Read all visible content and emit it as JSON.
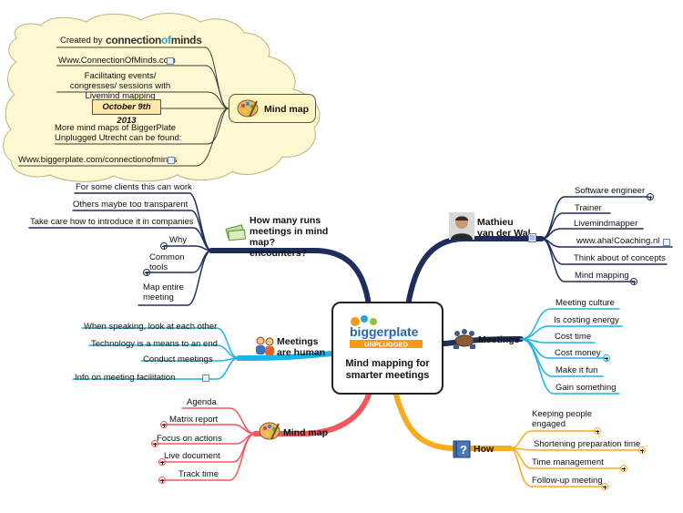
{
  "colors": {
    "navy": "#1f2d5c",
    "cyan": "#1ab3ea",
    "red": "#f0585c",
    "orange": "#f6ac1d",
    "cloud_fill": "#fff8d2"
  },
  "center": {
    "brand_top": "biggerplate",
    "brand_bottom": "UNPLUGGED",
    "title": "Mind mapping for smarter meetings"
  },
  "cloud": {
    "created_by": "Created by",
    "logo_main": "connection",
    "logo_of": "of",
    "logo_end": "minds",
    "website": "Www.ConnectionOfMinds.com",
    "facilitating": "Facilitating events/ congresses/ sessions with Livemind mapping",
    "date": "October 9th 2013",
    "more_maps": "More mind maps of BiggerPlate Unplugged Utrecht can be found:",
    "bp_link": "Www.biggerplate.com/connectionofminds",
    "node": "Mind map"
  },
  "how_many": {
    "title": "How many runs meetings in mind map? encounters?",
    "items": [
      "For some clients this can work",
      "Others maybe too transparent",
      "Take care how to introduce it in companies",
      "Why",
      "Common tools",
      "Map entire meeting"
    ]
  },
  "humans": {
    "title": "Meetings are human",
    "items": [
      "When speaking, look at each other",
      "Technology is a means to an end",
      "Conduct meetings",
      "Info on meeting facilitation"
    ]
  },
  "mindmap": {
    "title": "Mind map",
    "items": [
      "Agenda",
      "Matrix report",
      "Focus on actions",
      "Live document",
      "Track time"
    ]
  },
  "mathieu": {
    "title": "Mathieu van der Wal",
    "items": [
      "Software engineer",
      "Trainer",
      "Livemindmapper",
      "www.aha!Coaching.nl",
      "Think about of concepts",
      "Mind mapping"
    ]
  },
  "meetings": {
    "title": "Meetings",
    "items": [
      "Meeting culture",
      "Is costing energy",
      "Cost time",
      "Cost money",
      "Make it fun",
      "Gain something"
    ]
  },
  "how": {
    "title": "How",
    "items": [
      "Keeping people engaged",
      "Shortening preparation time",
      "Time management",
      "Follow-up meeting"
    ]
  }
}
